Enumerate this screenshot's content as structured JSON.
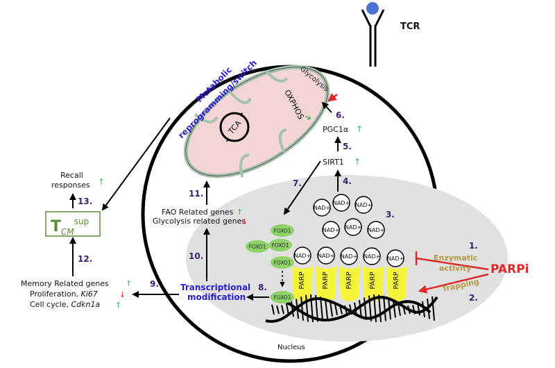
{
  "diagram": {
    "receptor": {
      "label": "TCR",
      "ligand_color": "#4a74d0"
    },
    "mitochondrion": {
      "cycle_label": "TCA",
      "oxphos_label": "OXPHOS",
      "oxphos_change": "up",
      "glycolysis_label": "Glycolysis",
      "glycolysis_change": "down",
      "fill_color": "#f3d5d6",
      "outline_color": "#a7c2ab"
    },
    "metabolic_label": {
      "line1": "Metabolic",
      "line2": "reprogramming/switch"
    },
    "pathway": {
      "pgc1a": {
        "label": "PGC1α",
        "change": "up"
      },
      "sirt1": {
        "label": "SIRT1",
        "change": "up"
      },
      "fao_genes": {
        "label": "FAO Related genes",
        "change": "up"
      },
      "glycolysis_genes": {
        "label": "Glycolysis related genes",
        "change": "down"
      },
      "transcriptional": {
        "line1": "Transcriptional",
        "line2": "modification"
      },
      "memory_genes": {
        "label": "Memory Related genes",
        "change": "up"
      },
      "proliferation": {
        "label": "Proliferation, ",
        "gene": "Ki67",
        "change": "down"
      },
      "cell_cycle": {
        "label": "Cell cycle, ",
        "gene": "Cdkn1a",
        "change": "up"
      },
      "tcm": {
        "main": "T",
        "sub": "CM",
        "sup": "sup",
        "color": "#5b8a3a"
      },
      "recall": {
        "line1": "Recall",
        "line2": "responses",
        "change": "up"
      }
    },
    "nucleus": {
      "label": "Nucleus",
      "color": "#e1e1e1"
    },
    "nad_label": "NAD+",
    "parp_label": "PARP",
    "parp_color": "#f4f43a",
    "foxo_label": "FOXO1",
    "foxo_color": "#8fd26a",
    "inhibitor": {
      "label": "PARPi",
      "color": "#e02828",
      "mechanism1_line1": "Enzymatic",
      "mechanism1_line2": "activity",
      "mechanism2": "Trapping",
      "mechanism_color": "#b59a45"
    },
    "steps": [
      "1.",
      "2.",
      "3.",
      "4.",
      "5.",
      "6.",
      "7.",
      "8.",
      "9.",
      "10.",
      "11.",
      "12.",
      "13."
    ],
    "colors": {
      "up": "#3cb45a",
      "down": "#e03030",
      "step": "#3a1f6e",
      "label_blue": "#2a1fd0"
    }
  }
}
